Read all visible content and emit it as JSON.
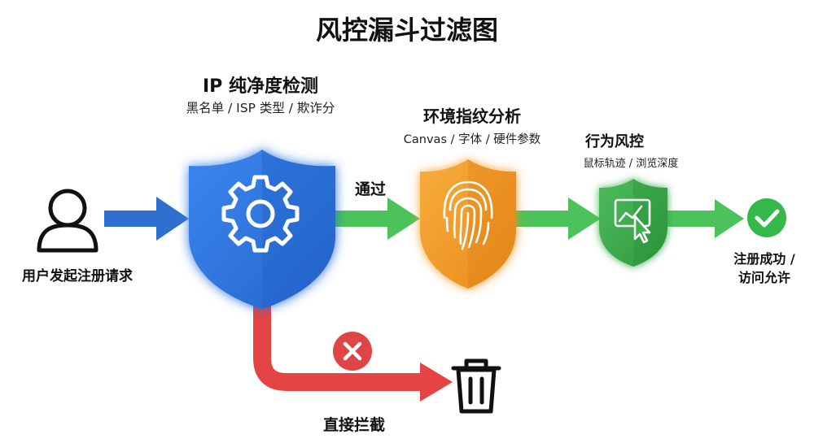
{
  "title": "风控漏斗过滤图",
  "user_label": "用户发起注册请求",
  "pass_label": "通过",
  "stages": [
    {
      "title": "IP 纯净度检测",
      "subtitle": "黑名单 / ISP 类型 / 欺诈分",
      "color": "#2f7be6",
      "icon": "gear-icon"
    },
    {
      "title": "环境指纹分析",
      "subtitle": "Canvas / 字体 / 硬件参数",
      "color": "#f4a02a",
      "icon": "fingerprint-icon"
    },
    {
      "title": "行为风控",
      "subtitle": "鼠标轨迹 / 浏览深度",
      "color": "#3fae4f",
      "icon": "cursor-chart-icon"
    }
  ],
  "success_label_line1": "注册成功 /",
  "success_label_line2": "访问允许",
  "block_label": "直接拦截",
  "colors": {
    "entry_arrow": "#2f6fd0",
    "pass_arrow": "#4cc25a",
    "block_arrow": "#e54444",
    "success": "#35b84a",
    "reject": "#e04545"
  }
}
